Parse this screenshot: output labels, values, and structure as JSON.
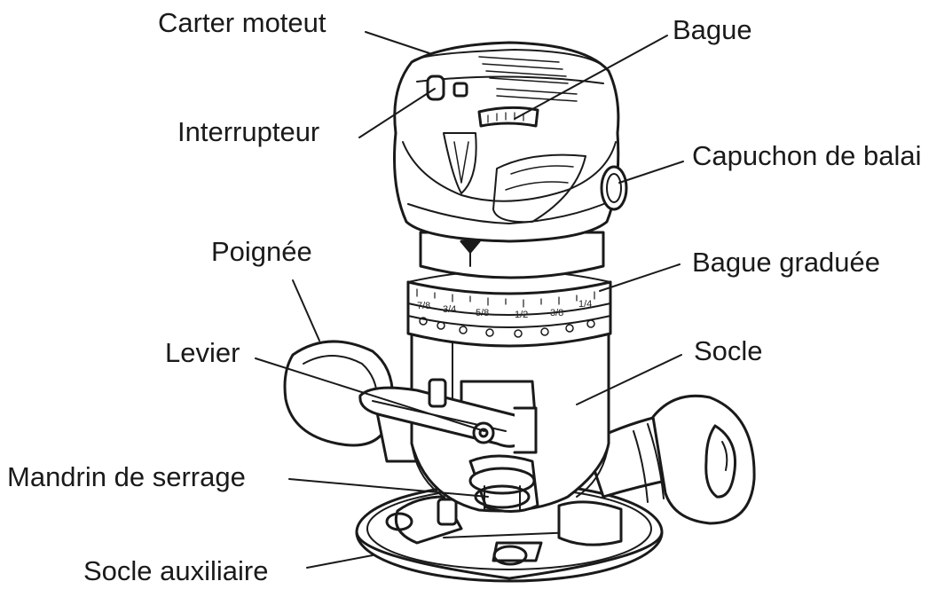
{
  "labels": {
    "carter_moteur": "Carter moteut",
    "bague": "Bague",
    "interrupteur": "Interrupteur",
    "capuchon_balai": "Capuchon de balai",
    "poignee": "Poignée",
    "bague_graduee": "Bague graduée",
    "levier": "Levier",
    "socle": "Socle",
    "mandrin": "Mandrin de serrage",
    "socle_auxiliaire": "Socle auxiliaire"
  },
  "scale_ticks": [
    "7/8",
    "3/4",
    "5/8",
    "1/2",
    "3/8",
    "1/4"
  ]
}
